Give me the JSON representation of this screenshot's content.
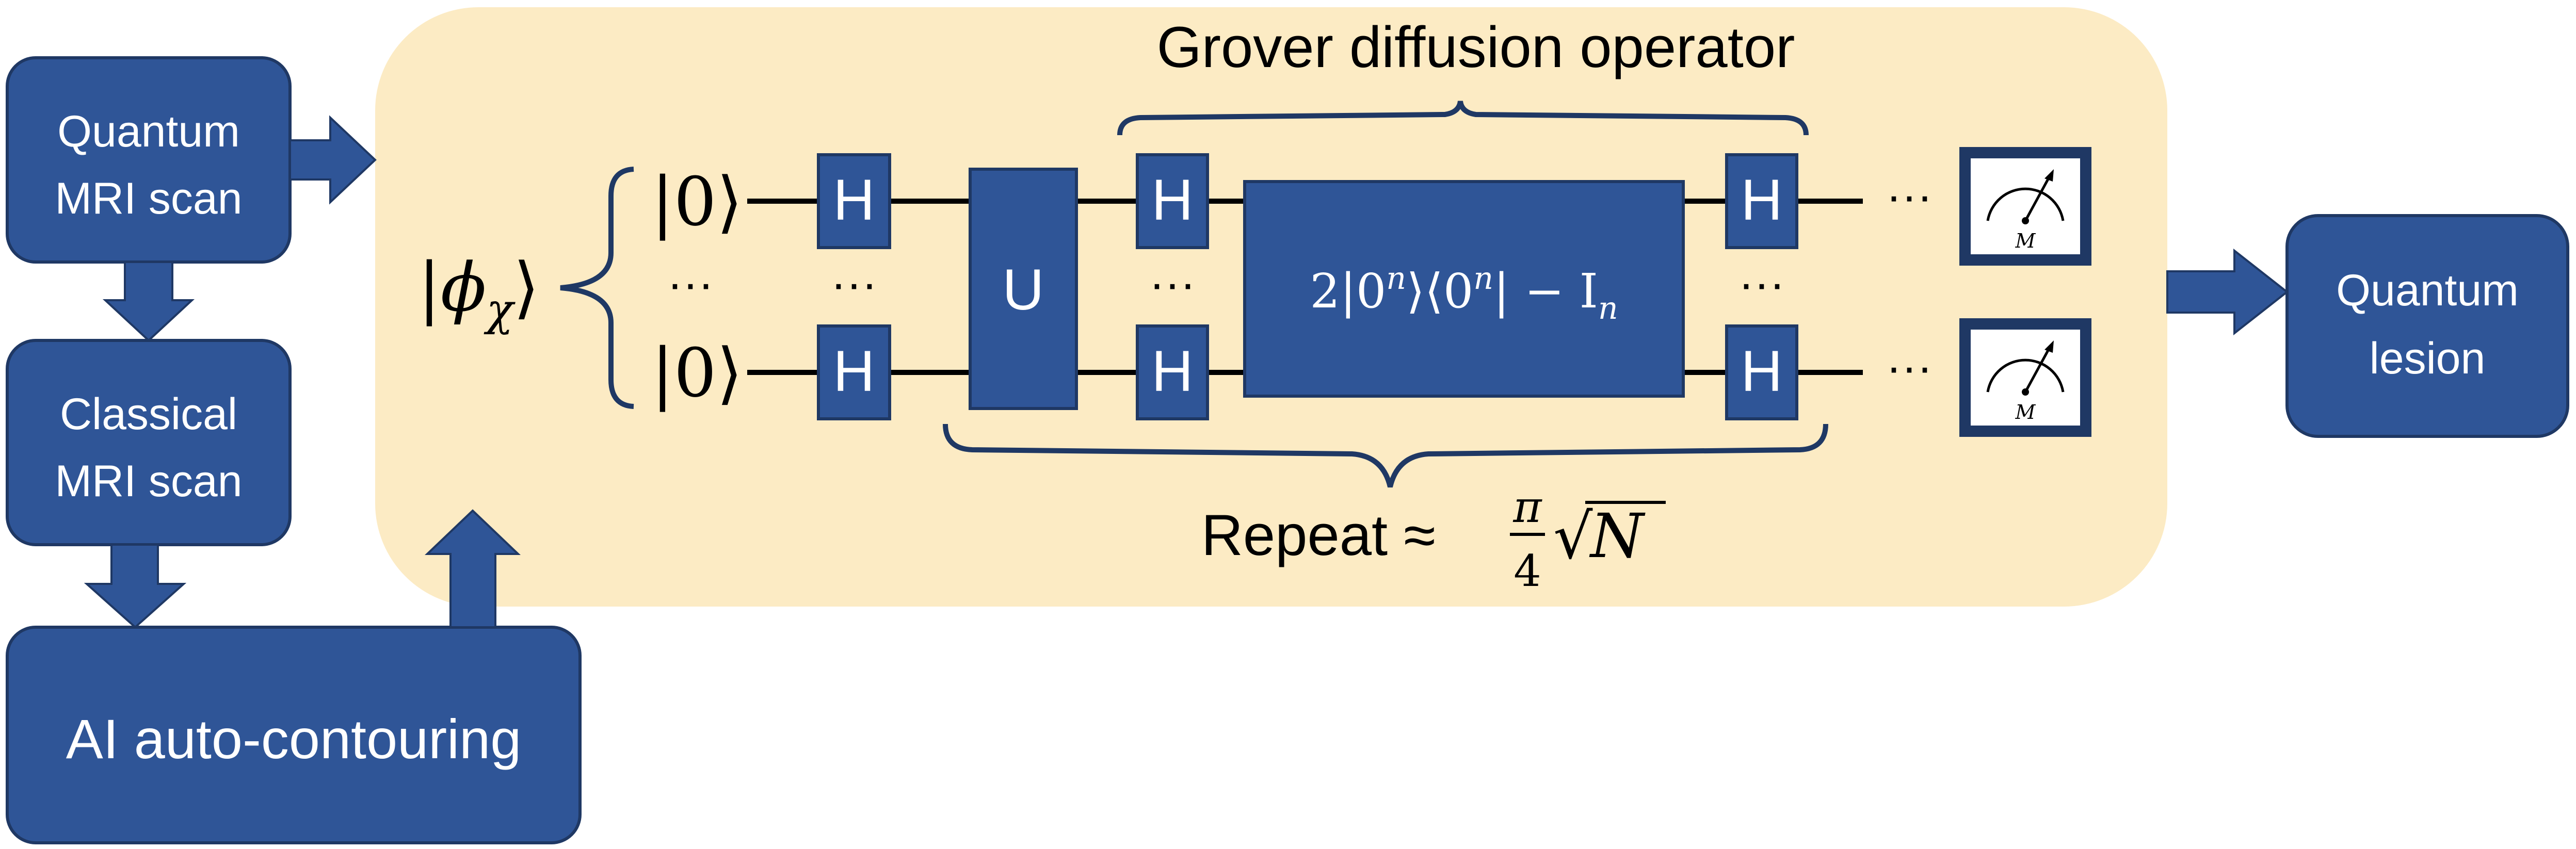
{
  "colors": {
    "box_fill": "#2f5597",
    "box_stroke": "#1f3864",
    "panel_fill": "#fcebc4",
    "arrow": "#2f5597",
    "wire": "#000000",
    "meter_frame": "#1f3864",
    "text_dark": "#000000",
    "text_light": "#ffffff"
  },
  "boxes": {
    "quantum_mri": {
      "line1": "Quantum",
      "line2": "MRI scan"
    },
    "classical_mri": {
      "line1": "Classical",
      "line2": "MRI scan"
    },
    "ai_contouring": "AI auto-contouring",
    "quantum_lesion": {
      "line1": "Quantum",
      "line2": "lesion"
    }
  },
  "circuit": {
    "grover_label": "Grover diffusion operator",
    "state_label": {
      "bar_left": "|",
      "phi": "ϕ",
      "chi": "χ",
      "ket_right": "⟩"
    },
    "ket_zero": "|0⟩",
    "h_gate": "H",
    "oracle": "U",
    "ellipsis": "···",
    "diffusion": {
      "two": "2",
      "ket": "|0",
      "n1": "n",
      "bra": "⟩⟨0",
      "n2": "n",
      "rest": "| − I",
      "sub": "n"
    },
    "repeat": {
      "word": "Repeat ≈",
      "num": "π",
      "den": "4",
      "sqrt": "√",
      "var": "N"
    },
    "meter_label": "M"
  },
  "icons": {
    "meter": "measurement-meter-icon",
    "arrow": "block-arrow-icon"
  }
}
